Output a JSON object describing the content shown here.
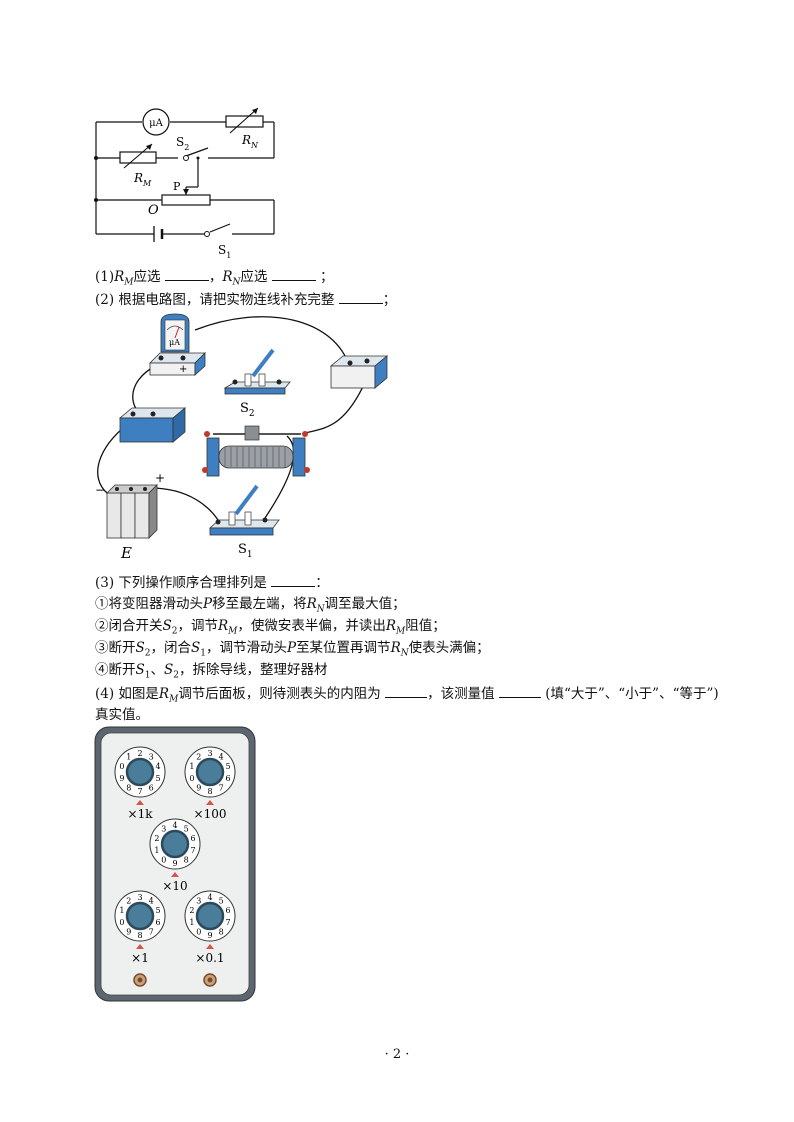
{
  "circuit": {
    "meter_label": "μA",
    "s2_label": "S",
    "s2_sub": "2",
    "rn_label": "R",
    "rn_sub": "N",
    "rm_label": "R",
    "rm_sub": "M",
    "p_label": "P",
    "o_label": "O",
    "s1_label": "S",
    "s1_sub": "1"
  },
  "q1": {
    "prefix": "(1)",
    "rm": "R",
    "rm_sub": "M",
    "mid1": "应选",
    "sep": "，",
    "rn": "R",
    "rn_sub": "N",
    "mid2": "应选",
    "end": "；"
  },
  "q2": {
    "text": "(2) 根据电路图，请把实物连线补充完整",
    "end": "；"
  },
  "physical": {
    "meter_label": "μA",
    "plus": "+",
    "minus": "−",
    "e_label": "E",
    "s2_label": "S",
    "s2_sub": "2",
    "s1_label": "S",
    "s1_sub": "1"
  },
  "q3": {
    "text": "(3) 下列操作顺序合理排列是",
    "end": "：",
    "step1": {
      "a": "①将变阻器滑动头",
      "p": "P",
      "b": "移至最左端，将",
      "r": "R",
      "rs": "N",
      "c": "调至最大值；"
    },
    "step2": {
      "a": "②闭合开关",
      "s": "S",
      "ss": "2",
      "b": "，调节",
      "r": "R",
      "rs": "M",
      "c": "，使微安表半偏，并读出",
      "r2": "R",
      "rs2": "M",
      "d": "阻值；"
    },
    "step3": {
      "a": "③断开",
      "s": "S",
      "ss": "2",
      "b": "，闭合",
      "s1": "S",
      "ss1": "1",
      "c": "，调节滑动头",
      "p": "P",
      "d": "至某位置再调节",
      "r": "R",
      "rs": "N",
      "e": "使表头满偏；"
    },
    "step4": {
      "a": "④断开",
      "s1": "S",
      "ss1": "1",
      "b": "、",
      "s2": "S",
      "ss2": "2",
      "c": "，拆除导线，整理好器材"
    }
  },
  "q4": {
    "a": "(4) 如图是",
    "r": "R",
    "rs": "M",
    "b": "调节后面板，则待测表头的内阻为",
    "c": "，该测量值",
    "d": "(填“大于”、“小于”、“等于”)",
    "e": "真实值。"
  },
  "resistance_box": {
    "dials": [
      {
        "label": "×1k",
        "digits": [
          "2",
          "3",
          "4",
          "5",
          "6",
          "7",
          "8",
          "9",
          "0",
          "1"
        ]
      },
      {
        "label": "×100",
        "digits": [
          "3",
          "4",
          "5",
          "6",
          "7",
          "8",
          "9",
          "0",
          "1",
          "2"
        ]
      },
      {
        "label": "×10",
        "digits": [
          "4",
          "5",
          "6",
          "7",
          "8",
          "9",
          "0",
          "1",
          "2",
          "3"
        ]
      },
      {
        "label": "×1",
        "digits": [
          "3",
          "4",
          "5",
          "6",
          "7",
          "8",
          "9",
          "0",
          "1",
          "2"
        ]
      },
      {
        "label": "×0.1",
        "digits": [
          "4",
          "5",
          "6",
          "7",
          "8",
          "9",
          "0",
          "1",
          "2",
          "3"
        ]
      }
    ]
  },
  "page_number": "· 2 ·",
  "colors": {
    "device_blue": "#3d7fc1",
    "panel_gray": "#8d989f",
    "dial_blue": "#4a7d9a",
    "arrow_red": "#d9534f"
  }
}
